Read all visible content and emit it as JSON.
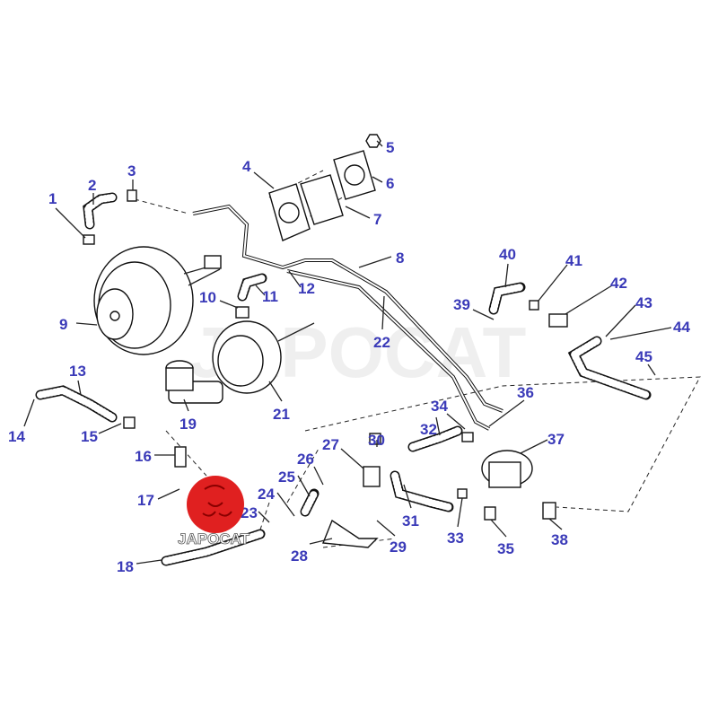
{
  "diagram": {
    "labels": [
      "1",
      "2",
      "3",
      "4",
      "5",
      "6",
      "7",
      "8",
      "9",
      "10",
      "11",
      "12",
      "13",
      "14",
      "15",
      "16",
      "17",
      "18",
      "19",
      "21",
      "22",
      "23",
      "24",
      "25",
      "26",
      "27",
      "28",
      "29",
      "30",
      "31",
      "32",
      "33",
      "34",
      "35",
      "36",
      "37",
      "38",
      "39",
      "40",
      "41",
      "42",
      "43",
      "44",
      "45"
    ],
    "watermark": "JAPOCAT",
    "logo_text": "JAPOCAT",
    "label_color": "#3a3ab8",
    "logo_color": "#e02020"
  }
}
